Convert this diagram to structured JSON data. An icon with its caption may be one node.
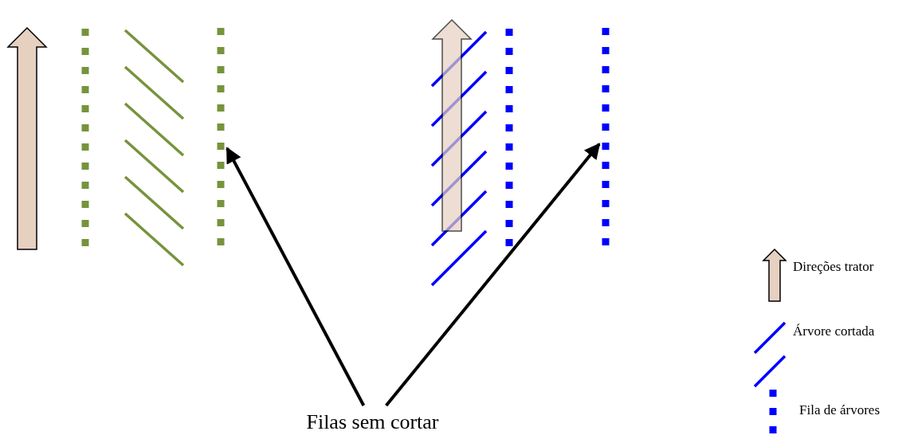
{
  "diagram": {
    "nodes": [
      {
        "text": [],
        "shape": "bar"
      },
      {
        "text": [],
        "shape": "bar"
      },
      {
        "text": [
          "Filas sem cortar"
        ]
      }
    ],
    "edges": [
      {
        "from": 2,
        "to": 0,
        "arrow": "to"
      },
      {
        "from": 2,
        "to": 1,
        "arrow": "to"
      }
    ],
    "legend": [
      {
        "text": "Direções trator"
      },
      {
        "text": "Árvore cortada"
      },
      {
        "text": "Fila de árvores"
      }
    ]
  }
}
